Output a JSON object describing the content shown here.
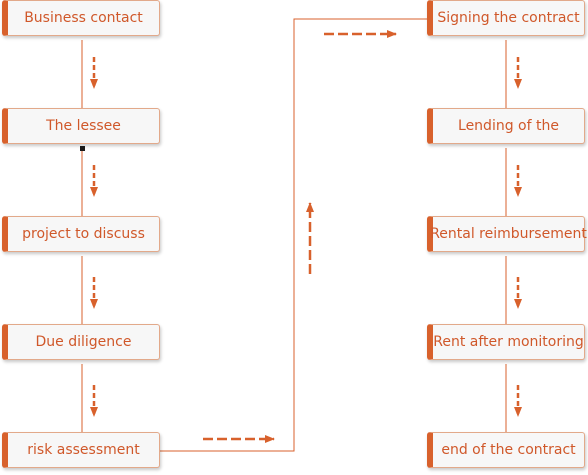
{
  "flow": {
    "left_column": [
      {
        "label": "Business contact"
      },
      {
        "label": "The lessee"
      },
      {
        "label": "project to discuss"
      },
      {
        "label": "Due diligence"
      },
      {
        "label": "risk assessment"
      }
    ],
    "right_column": [
      {
        "label": "Signing the contract"
      },
      {
        "label": "Lending of the"
      },
      {
        "label": "Rental reimbursement"
      },
      {
        "label": "Rent after monitoring"
      },
      {
        "label": "end of the contract"
      }
    ]
  },
  "colors": {
    "accent": "#d8612c",
    "text": "#d0582a",
    "line": "#d8612c",
    "box_fill": "#f7f7f7"
  }
}
